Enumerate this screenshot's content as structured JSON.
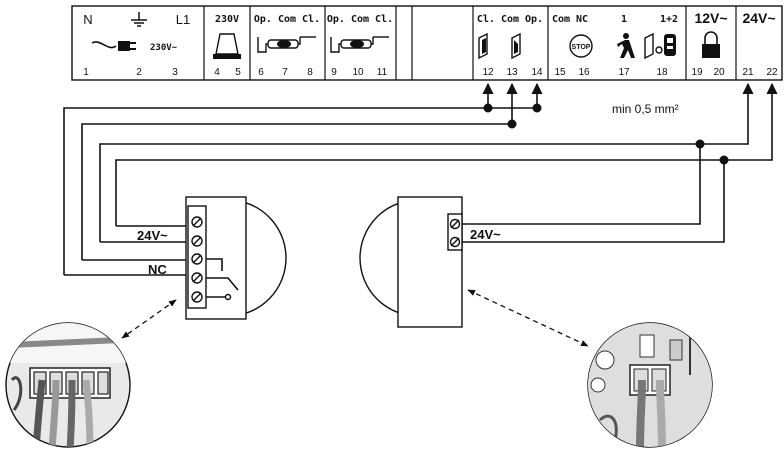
{
  "terminal_strip": {
    "headers": [
      {
        "text": "N",
        "cls": "big"
      },
      {
        "text": "L1",
        "cls": "big"
      },
      {
        "text": "230V",
        "cls": "hdr"
      },
      {
        "text": "Op. Com Cl.",
        "cls": "hdr"
      },
      {
        "text": "Op. Com Cl.",
        "cls": "hdr"
      },
      {
        "text": "Cl. Com Op.",
        "cls": "hdr"
      },
      {
        "text": "Com NC",
        "cls": "hdr"
      },
      {
        "text": "1",
        "cls": "hdr"
      },
      {
        "text": "1+2",
        "cls": "hdr"
      },
      {
        "text": "12V~",
        "cls": "big"
      },
      {
        "text": "24V~",
        "cls": "big"
      }
    ],
    "mains_label": "230V~",
    "stop_label": "STOP",
    "terminals": [
      "1",
      "2",
      "3",
      "4",
      "5",
      "6",
      "7",
      "8",
      "9",
      "10",
      "11",
      "12",
      "13",
      "14",
      "15",
      "16",
      "17",
      "18",
      "19",
      "20",
      "21",
      "22"
    ]
  },
  "wire_gauge_note": "min 0,5 mm²",
  "left_device": {
    "supply_label": "24V~",
    "contact_label": "NC"
  },
  "right_device": {
    "supply_label": "24V~"
  }
}
